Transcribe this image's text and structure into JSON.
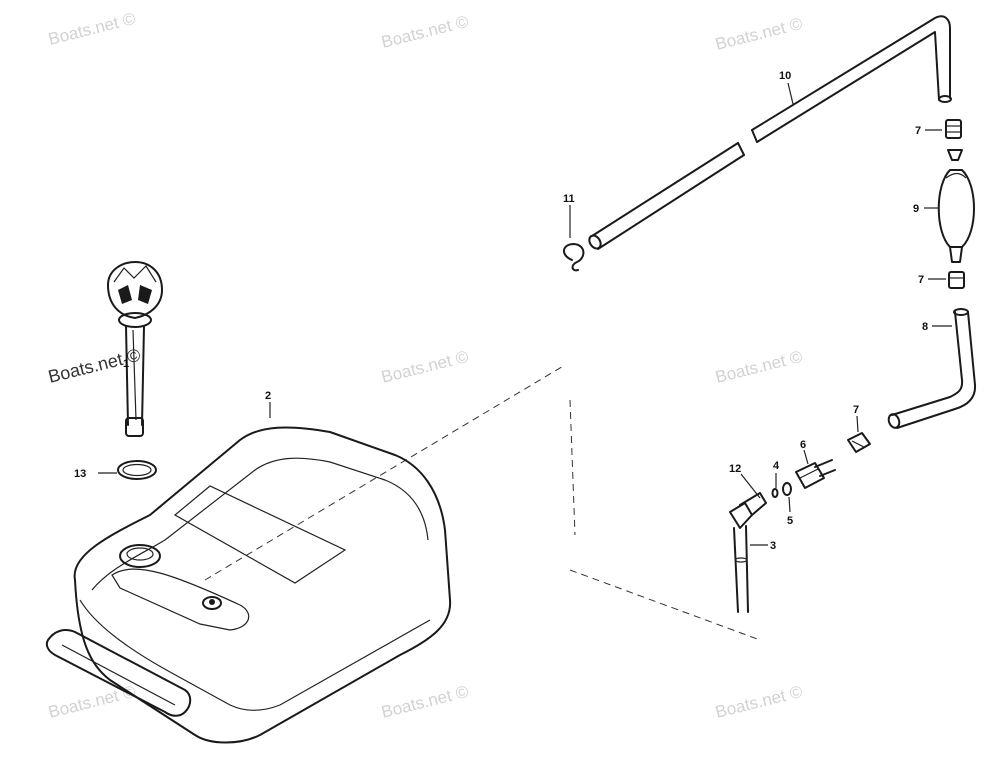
{
  "watermark": {
    "text": "Boats.net ©",
    "dark_text": "Boats.net ©",
    "color": "#d2d2d2"
  },
  "callouts": {
    "c1": "1",
    "c2": "2",
    "c3": "3",
    "c4": "4",
    "c5": "5",
    "c6": "6",
    "c7a": "7",
    "c7b": "7",
    "c7c": "7",
    "c8": "8",
    "c9": "9",
    "c10": "10",
    "c11": "11",
    "c12": "12",
    "c13": "13"
  }
}
